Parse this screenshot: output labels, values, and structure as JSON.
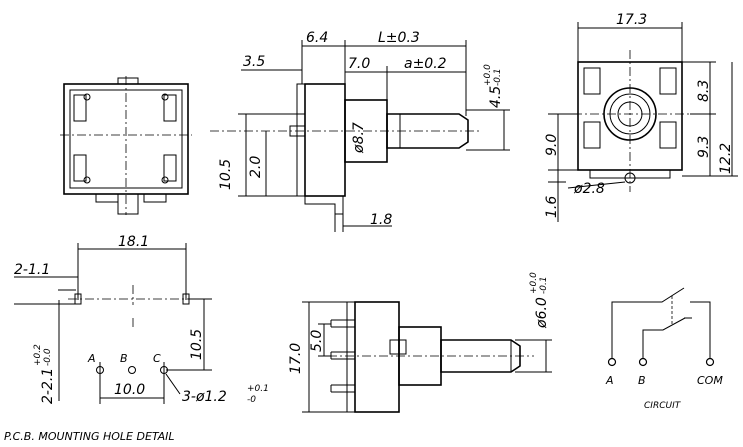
{
  "top_view": {
    "dims": {
      "overall_length": "L±0.3",
      "flange": "6.4",
      "bushing_offset": "3.5",
      "shaft_step": "7.0",
      "shaft_extra": "a±0.2",
      "shaft_flat_main": "4.5",
      "shaft_flat_tol_upper": "+0.0",
      "shaft_flat_tol_lower": "-0.1",
      "bushing_dia": "ø8.7",
      "height": "10.5",
      "pin_height": "2.0",
      "terminal_thickness": "1.8"
    }
  },
  "end_view": {
    "dims": {
      "width": "17.3",
      "upper_height": "8.3",
      "left_height": "9.0",
      "right_height": "9.3",
      "total_height": "12.2",
      "pin_dia": "ø2.8",
      "base_offset": "1.6"
    }
  },
  "pcb": {
    "title": "P.C.B.  MOUNTING HOLE DETAIL",
    "dims": {
      "span": "18.1",
      "slot_width": "2-1.1",
      "slot_len_main": "2-2.1",
      "slot_len_tol_upper": "+0.2",
      "slot_len_tol_lower": "-0.0",
      "pin_row_offset": "10.5",
      "pin_pitch": "10.0",
      "hole_main": "3-ø1.2",
      "hole_tol_upper": "+0.1",
      "hole_tol_lower": "-0"
    },
    "pin_labels": [
      "A",
      "B",
      "C"
    ]
  },
  "bottom_side_view": {
    "dims": {
      "height": "17.0",
      "pin_pitch": "5.0",
      "shaft_dia_main": "ø6.0",
      "shaft_dia_tol_upper": "+0.0",
      "shaft_dia_tol_lower": "-0.1"
    }
  },
  "circuit": {
    "title": "CIRCUIT",
    "terminals": [
      "A",
      "B",
      "COM"
    ]
  }
}
